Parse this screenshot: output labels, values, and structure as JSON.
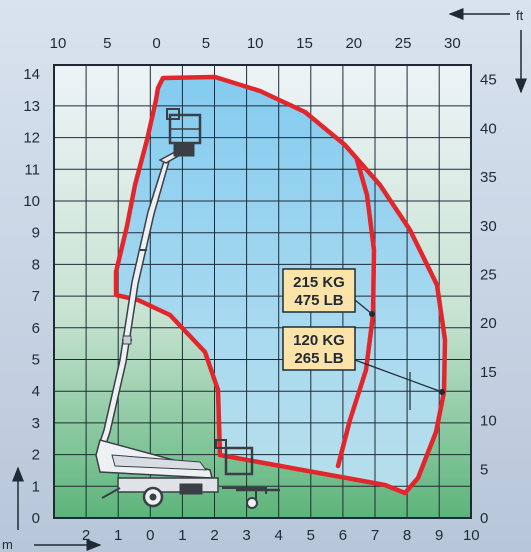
{
  "units": {
    "metric": "m",
    "imperial": "ft"
  },
  "axes": {
    "left_m": [
      "0",
      "1",
      "2",
      "3",
      "4",
      "5",
      "6",
      "7",
      "8",
      "9",
      "10",
      "11",
      "12",
      "13",
      "14"
    ],
    "bottom_m": [
      "2",
      "1",
      "0",
      "1",
      "2",
      "3",
      "4",
      "5",
      "6",
      "7",
      "8",
      "9",
      "10"
    ],
    "top_ft": [
      "10",
      "5",
      "0",
      "5",
      "10",
      "15",
      "20",
      "25",
      "30"
    ],
    "right_ft": [
      "0",
      "5",
      "10",
      "15",
      "20",
      "25",
      "30",
      "35",
      "40",
      "45"
    ]
  },
  "capacities": [
    {
      "kg": "215 KG",
      "lb": "475 LB"
    },
    {
      "kg": "120 KG",
      "lb": "265 LB"
    }
  ],
  "colors": {
    "envelope": "#e3262c",
    "reach_fill": "#7cc8ee",
    "grid_top": "#e8eef4",
    "grid_bottom": "#5cb47a",
    "label_fill": "#fce3a8"
  }
}
